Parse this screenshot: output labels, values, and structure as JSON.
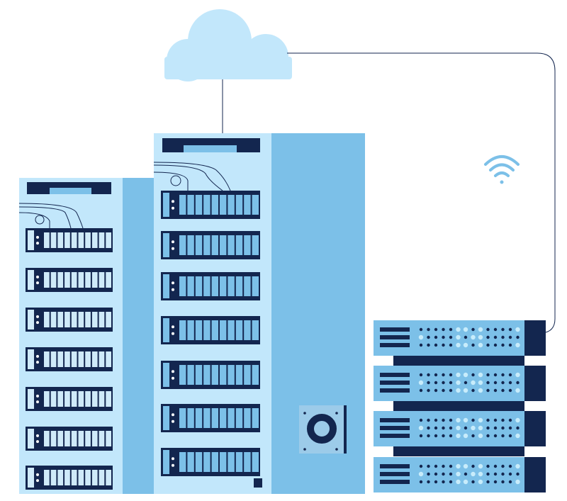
{
  "illustration": {
    "subject": "server-racks-cloud",
    "colors": {
      "dark": "#13264f",
      "light_panel": "#c2e7fb",
      "mid_blue": "#7cc0e8",
      "pale_cell": "#cfeaf9",
      "fan_plate": "#9ccbe9",
      "cloud": "#c2e7fb",
      "dot_light": "#c8ecfb"
    },
    "left_tower_units": 7,
    "middle_tower_units": 7,
    "right_stack_units": 4
  }
}
